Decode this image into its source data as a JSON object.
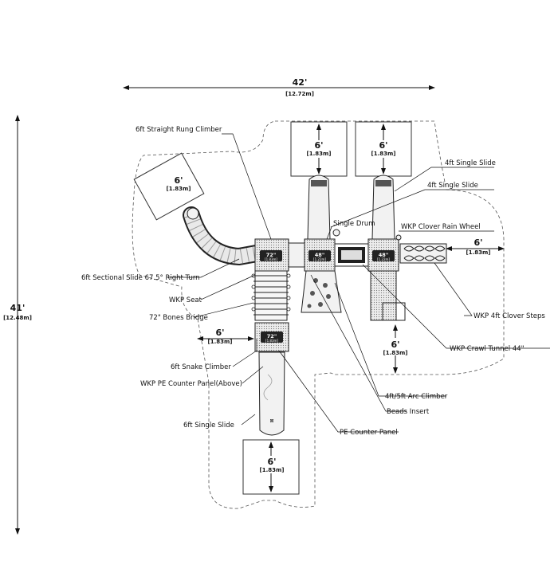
{
  "overall": {
    "width_ft": "42'",
    "width_m": "[12.72m]",
    "depth_ft": "41'",
    "depth_m": "[12.48m]"
  },
  "clearance": {
    "ft": "6'",
    "m": "[1.83m]"
  },
  "decks": [
    {
      "label": "72\"",
      "sub": "[1.83m]"
    },
    {
      "label": "48\"",
      "sub": "[1.22m]"
    },
    {
      "label": "48\"",
      "sub": "[1.22m]"
    },
    {
      "label": "72\"",
      "sub": "[1.83m]"
    }
  ],
  "callouts": [
    "6ft Straight Rung Climber",
    "4ft Single Slide",
    "4ft Single Slide",
    "Single Drum",
    "WKP Clover Rain Wheel",
    "6ft Sectional Slide 67.5° Right Turn",
    "WKP Seat",
    "72\" Bones Bridge",
    "WKP 4ft Clover Steps",
    "WKP Crawl Tunnel 44\"",
    "6ft Snake Climber",
    "WKP PE Counter Panel(Above)",
    "4ft/5ft Arc Climber",
    "Beads Insert",
    "6ft Single Slide",
    "PE Counter Panel"
  ]
}
